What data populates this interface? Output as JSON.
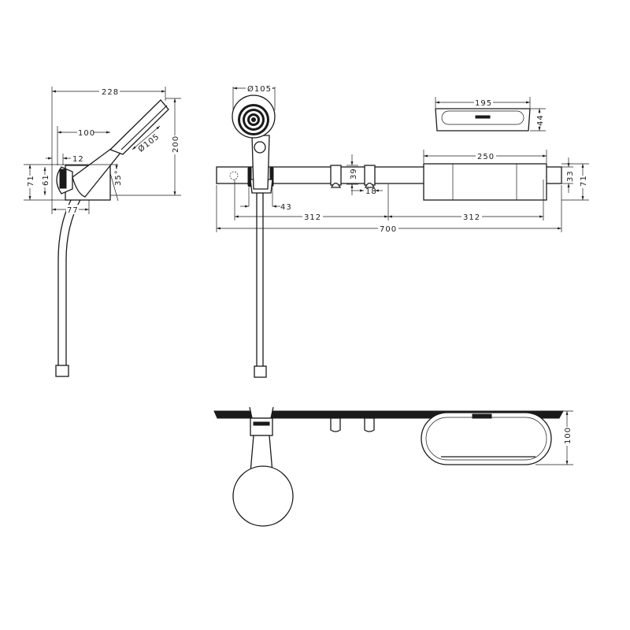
{
  "drawing": {
    "side_view": {
      "width_overall": "228",
      "holder_offset": "100",
      "wall_gap": "12",
      "head_diameter": "Ø105",
      "height_overall": "200",
      "plate_height": "71",
      "plate_inner_height": "61",
      "tilt_angle": "35°",
      "plate_depth": "77"
    },
    "front_view": {
      "head_diameter": "Ø105",
      "dish_width": "195",
      "dish_height": "44",
      "shelf_width": "250",
      "hook_height": "39",
      "bar_height": "33",
      "shelf_height": "71",
      "holder_width": "43",
      "hook_width": "18",
      "fixing_distance_left": "312",
      "fixing_distance_right": "312",
      "bar_length": "700"
    },
    "top_view": {
      "shelf_depth": "100"
    }
  }
}
